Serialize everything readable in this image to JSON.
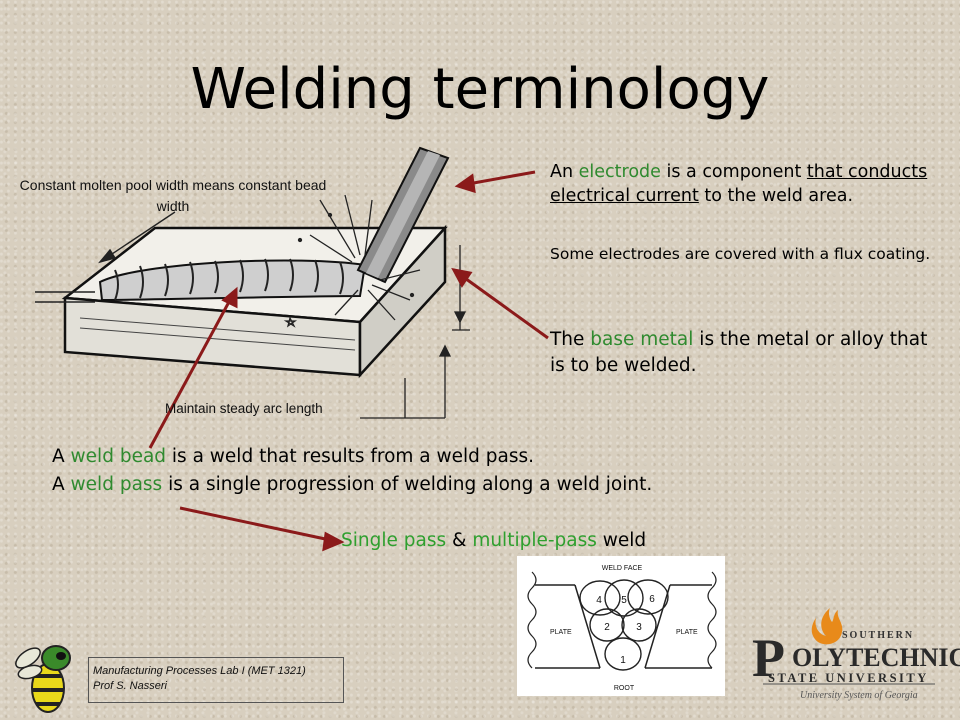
{
  "slide": {
    "title": "Welding terminology"
  },
  "captions": {
    "pool_width": "Constant molten pool width means constant bead width",
    "arc_length": "Maintain steady arc length"
  },
  "electrode": {
    "prefix": "An ",
    "term": "electrode",
    "mid": " is a component ",
    "underlined": "that conducts electrical current",
    "suffix": " to the weld area."
  },
  "flux_note": "Some electrodes are covered with a flux coating.",
  "base_metal": {
    "prefix": "The ",
    "term": "base metal",
    "suffix": " is the metal or alloy that is to be welded."
  },
  "weld_bead": {
    "prefix": "A ",
    "term": "weld bead",
    "suffix": " is a weld that results from a weld pass."
  },
  "weld_pass": {
    "prefix": "A ",
    "term": "weld pass",
    "suffix": " is a single progression of welding along a weld joint."
  },
  "single_pass": {
    "part1": "Single pass",
    "amp": " & ",
    "part2": "multiple-pass",
    "part3": " weld"
  },
  "diagram_labels": {
    "weld_face": "WELD FACE",
    "plate_left": "PLATE",
    "plate_right": "PLATE",
    "root": "ROOT",
    "passes": [
      "1",
      "2",
      "3",
      "4",
      "5",
      "6"
    ]
  },
  "footer": {
    "course": "Manufacturing Processes Lab I (MET 1321)",
    "instructor": "Prof S. Nasseri"
  },
  "logo": {
    "southern": "SOUTHERN",
    "big_p": "P",
    "olytechnic": "OLYTECHNIC",
    "state_university": "STATE UNIVERSITY",
    "system": "University System of Georgia"
  },
  "colors": {
    "arrow": "#8b1a1a",
    "term_green": "#2f8a2f",
    "logo_orange": "#e88a1a"
  }
}
